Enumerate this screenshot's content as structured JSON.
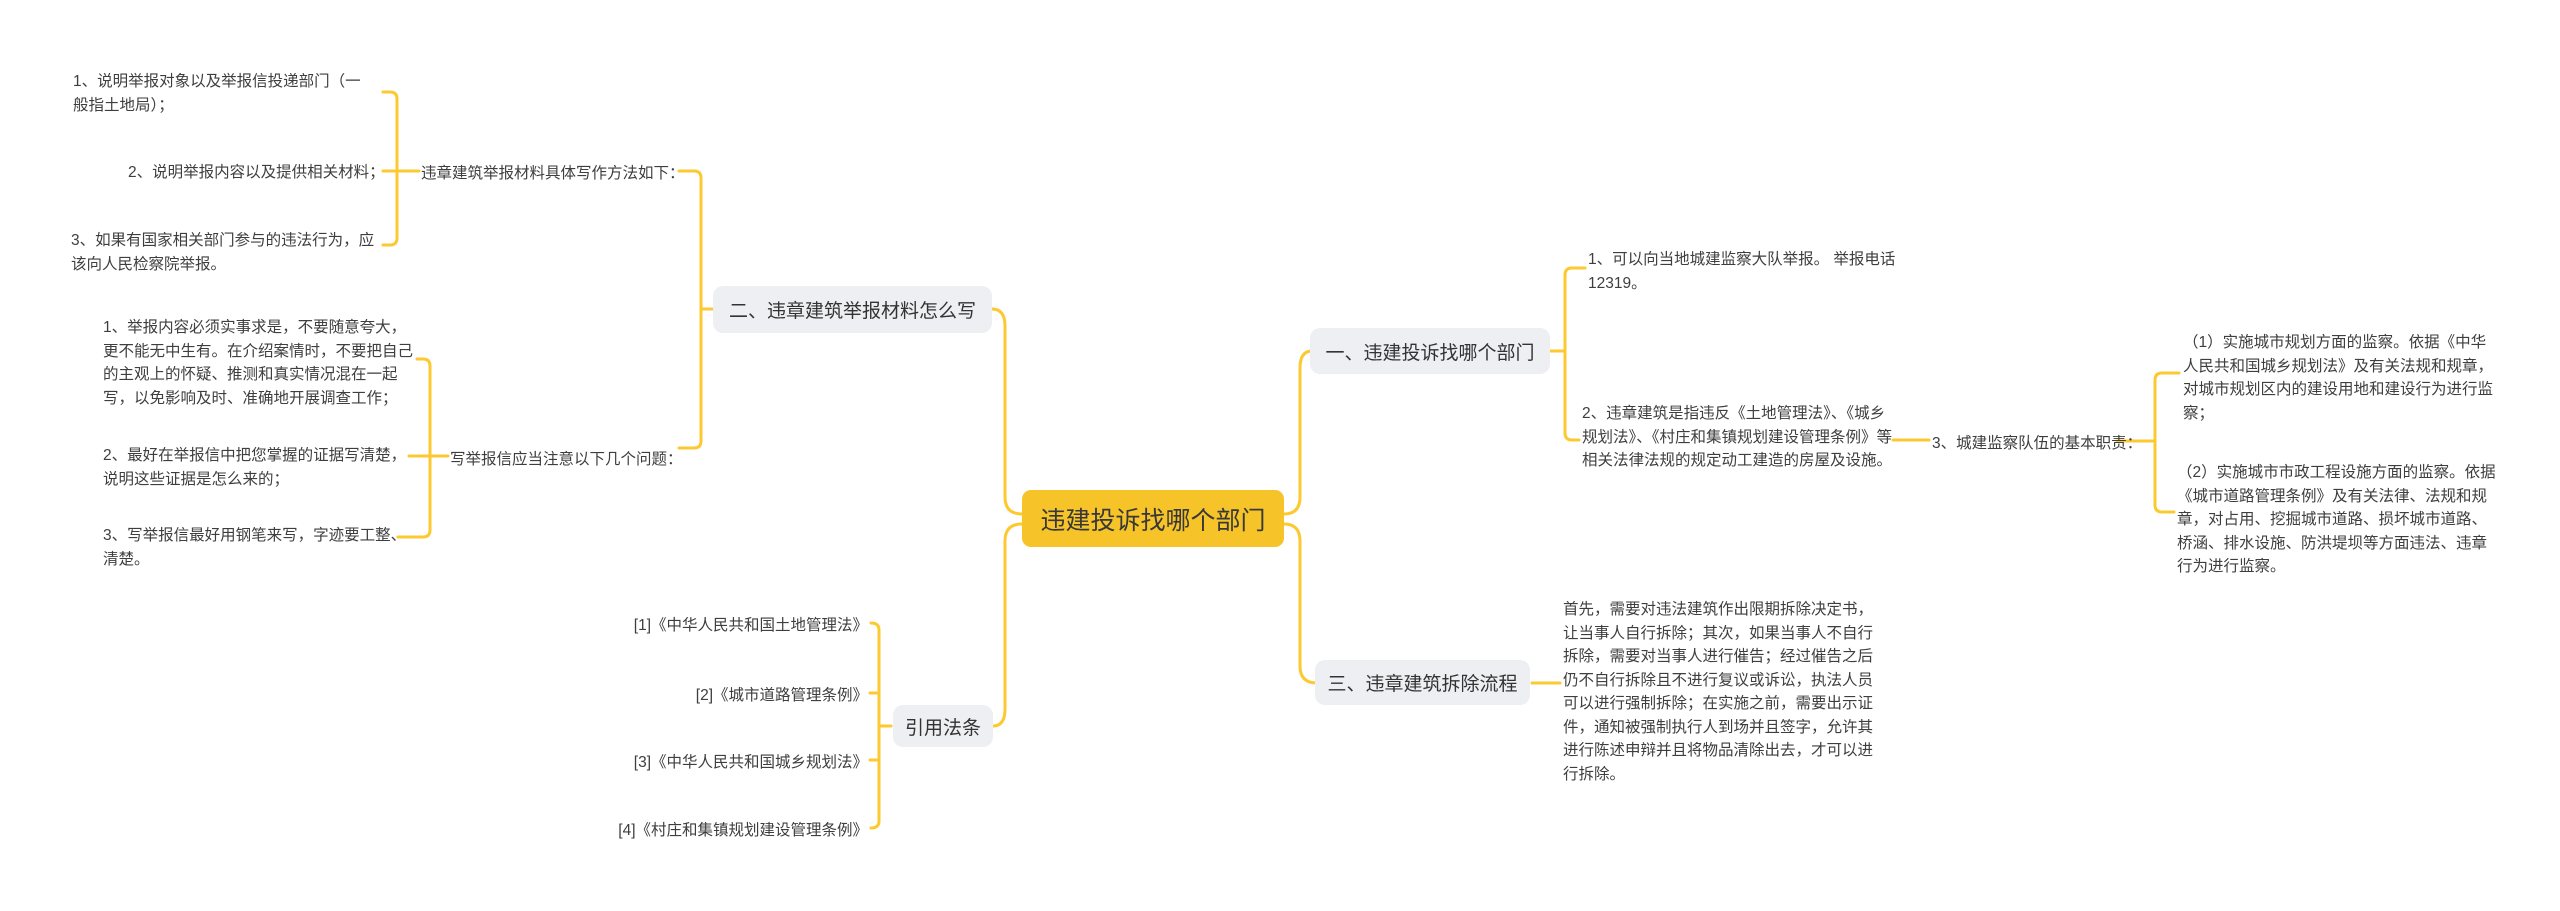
{
  "theme": {
    "line_color": "#FDC930",
    "central_fill": "#F6C428",
    "node_fill": "#EDEFF3"
  },
  "central": {
    "label": "违建投诉找哪个部门"
  },
  "material": {
    "label": "二、违章建筑举报材料怎么写",
    "method": {
      "label": "违章建筑举报材料具体写作方法如下：",
      "items": [
        "1、说明举报对象以及举报信投递部门（一般指土地局）；",
        "2、说明举报内容以及提供相关材料；",
        "3、如果有国家相关部门参与的违法行为，应该向人民检察院举报。"
      ]
    },
    "notes": {
      "label": "写举报信应当注意以下几个问题：",
      "items": [
        "1、举报内容必须实事求是，不要随意夸大，更不能无中生有。在介绍案情时，不要把自己的主观上的怀疑、推测和真实情况混在一起写，以免影响及时、准确地开展调查工作；",
        "2、最好在举报信中把您掌握的证据写清楚，说明这些证据是怎么来的；",
        "3、写举报信最好用钢笔来写，字迹要工整、清楚。"
      ]
    }
  },
  "laws": {
    "label": "引用法条",
    "items": [
      "[1]《中华人民共和国土地管理法》",
      "[2]《城市道路管理条例》",
      "[3]《中华人民共和国城乡规划法》",
      "[4]《村庄和集镇规划建设管理条例》"
    ]
  },
  "department": {
    "label": "一、违建投诉找哪个部门",
    "items": [
      "1、可以向当地城建监察大队举报。 举报电话12319。",
      "2、违章建筑是指违反《土地管理法》、《城乡规划法》、《村庄和集镇规划建设管理条例》等相关法律法规的规定动工建造的房屋及设施。"
    ],
    "duty": {
      "label": "3、城建监察队伍的基本职责：",
      "items": [
        "（1）实施城市规划方面的监察。依据《中华人民共和国城乡规划法》及有关法规和规章，对城市规划区内的建设用地和建设行为进行监察；",
        "（2）实施城市市政工程设施方面的监察。依据《城市道路管理条例》及有关法律、法规和规章，对占用、挖掘城市道路、损坏城市道路、桥涵、排水设施、防洪堤坝等方面违法、违章行为进行监察。"
      ]
    }
  },
  "demolition": {
    "label": "三、违章建筑拆除流程",
    "content": "首先，需要对违法建筑作出限期拆除决定书，让当事人自行拆除；其次，如果当事人不自行拆除，需要对当事人进行催告；经过催告之后仍不自行拆除且不进行复议或诉讼，执法人员可以进行强制拆除；在实施之前，需要出示证件，通知被强制执行人到场并且签字，允许其进行陈述申辩并且将物品清除出去，才可以进行拆除。"
  }
}
